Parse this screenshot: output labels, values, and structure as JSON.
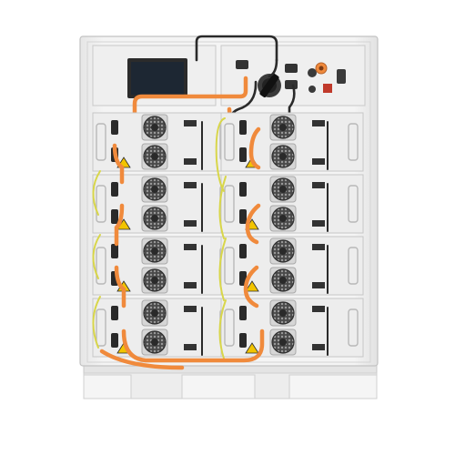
{
  "image": {
    "subject": "rack-battery-cabinet",
    "background_color": "#ffffff",
    "cabinet_color": "#f1f1f1",
    "panel_color": "#ececec",
    "panel_edge_color": "#c9c9c9",
    "cable_power_color": "#f08a3c",
    "cable_ground_color": "#d8d64a",
    "cable_signal_color": "#2a2a2a",
    "fan_guard_color": "#555555",
    "display_color": "#1d2733",
    "warning_color": "#f2c400"
  },
  "cabinet": {
    "battery_module_rows": 4,
    "battery_module_columns": 2,
    "fans_per_module": 2
  }
}
